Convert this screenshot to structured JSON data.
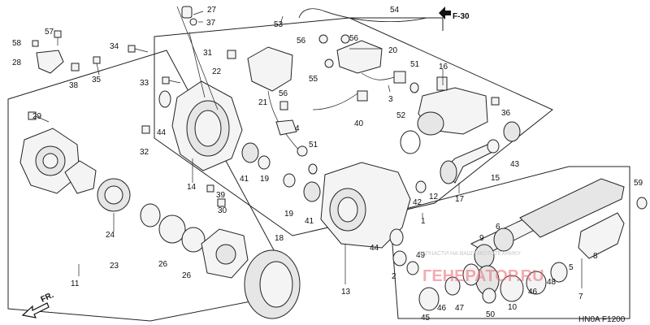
{
  "section_code": "F-30",
  "front_arrow": "FR.",
  "figure_code": "HN0A F1200",
  "watermark_main": "ГЕНЕРАТОР.RU",
  "watermark_sub": "ЗАПЧАСТИ НА ВАШУ МОТОТЕХНИКУ",
  "labels": [
    {
      "id": "p1",
      "text": "1"
    },
    {
      "id": "p2",
      "text": "2"
    },
    {
      "id": "p3",
      "text": "3"
    },
    {
      "id": "p4",
      "text": "4"
    },
    {
      "id": "p5",
      "text": "5"
    },
    {
      "id": "p6",
      "text": "6"
    },
    {
      "id": "p7",
      "text": "7"
    },
    {
      "id": "p8",
      "text": "8"
    },
    {
      "id": "p9",
      "text": "9"
    },
    {
      "id": "p10",
      "text": "10"
    },
    {
      "id": "p11",
      "text": "11"
    },
    {
      "id": "p12",
      "text": "12"
    },
    {
      "id": "p13",
      "text": "13"
    },
    {
      "id": "p14",
      "text": "14"
    },
    {
      "id": "p15",
      "text": "15"
    },
    {
      "id": "p16",
      "text": "16"
    },
    {
      "id": "p17",
      "text": "17"
    },
    {
      "id": "p18",
      "text": "18"
    },
    {
      "id": "p19a",
      "text": "19"
    },
    {
      "id": "p19b",
      "text": "19"
    },
    {
      "id": "p20",
      "text": "20"
    },
    {
      "id": "p21",
      "text": "21"
    },
    {
      "id": "p22",
      "text": "22"
    },
    {
      "id": "p23",
      "text": "23"
    },
    {
      "id": "p24",
      "text": "24"
    },
    {
      "id": "p26a",
      "text": "26"
    },
    {
      "id": "p26b",
      "text": "26"
    },
    {
      "id": "p27",
      "text": "27"
    },
    {
      "id": "p28",
      "text": "28"
    },
    {
      "id": "p29",
      "text": "29"
    },
    {
      "id": "p30",
      "text": "30"
    },
    {
      "id": "p31",
      "text": "31"
    },
    {
      "id": "p32",
      "text": "32"
    },
    {
      "id": "p33",
      "text": "33"
    },
    {
      "id": "p34",
      "text": "34"
    },
    {
      "id": "p35",
      "text": "35"
    },
    {
      "id": "p36",
      "text": "36"
    },
    {
      "id": "p37",
      "text": "37"
    },
    {
      "id": "p38",
      "text": "38"
    },
    {
      "id": "p39",
      "text": "39"
    },
    {
      "id": "p40",
      "text": "40"
    },
    {
      "id": "p41a",
      "text": "41"
    },
    {
      "id": "p41b",
      "text": "41"
    },
    {
      "id": "p42",
      "text": "42"
    },
    {
      "id": "p43",
      "text": "43"
    },
    {
      "id": "p44a",
      "text": "44"
    },
    {
      "id": "p44b",
      "text": "44"
    },
    {
      "id": "p45",
      "text": "45"
    },
    {
      "id": "p46a",
      "text": "46"
    },
    {
      "id": "p46b",
      "text": "46"
    },
    {
      "id": "p47",
      "text": "47"
    },
    {
      "id": "p48",
      "text": "48"
    },
    {
      "id": "p49",
      "text": "49"
    },
    {
      "id": "p50",
      "text": "50"
    },
    {
      "id": "p51a",
      "text": "51"
    },
    {
      "id": "p51b",
      "text": "51"
    },
    {
      "id": "p52",
      "text": "52"
    },
    {
      "id": "p53",
      "text": "53"
    },
    {
      "id": "p54",
      "text": "54"
    },
    {
      "id": "p55",
      "text": "55"
    },
    {
      "id": "p56a",
      "text": "56"
    },
    {
      "id": "p56b",
      "text": "56"
    },
    {
      "id": "p56c",
      "text": "56"
    },
    {
      "id": "p57",
      "text": "57"
    },
    {
      "id": "p58",
      "text": "58"
    },
    {
      "id": "p59",
      "text": "59"
    }
  ]
}
